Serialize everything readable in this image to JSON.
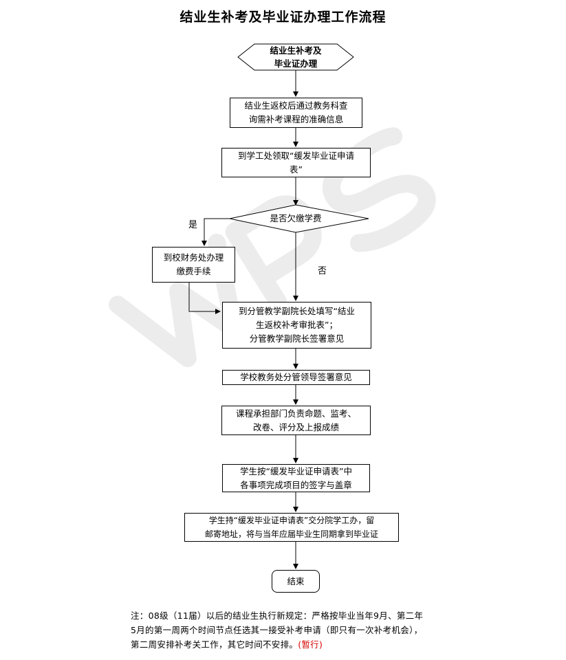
{
  "title": "结业生补考及毕业证办理工作流程",
  "start": "结业生补考及\n毕业证办理",
  "steps": {
    "s1": "结业生返校后通过教务科查\n询需补考课程的准确信息",
    "s2": "到学工处领取“缓发毕业证申请\n表”",
    "decision": "是否欠缴学费",
    "yes": "是",
    "no": "否",
    "pay": "到校财务处办理\n缴费手续",
    "s3": "到分管教学副院长处填写“结业\n生返校补考审批表”；\n分管教学副院长签署意见",
    "s4": "学校教务处分管领导签署意见",
    "s5": "课程承担部门负责命题、监考、\n改卷、评分及上报成绩",
    "s6": "学生按“缓发毕业证申请表”中\n各事项完成项目的签字与盖章",
    "s7": "学生持“缓发毕业证申请表”交分院学工办，留\n邮寄地址，将与当年应届毕业生同期拿到毕业证",
    "end": "结束"
  },
  "note": {
    "text": "注：08级（11届）以后的结业生执行新规定：严格按毕业当年9月、第二年5月的第一周两个时间节点任选其一接受补考申请（即只有一次补考机会），第二周安排补考关工作，其它时间不安排。",
    "red": "(暂行)"
  },
  "colors": {
    "line": "#000000",
    "watermark": "#ececec",
    "note_red": "#d40000"
  }
}
